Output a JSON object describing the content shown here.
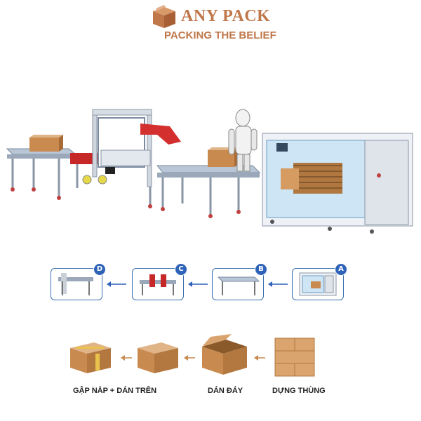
{
  "brand": {
    "name": "ANY PACK",
    "tagline": "PACKING THE BELIEF",
    "color": "#c0774a"
  },
  "machine_steps": [
    {
      "badge": "D",
      "icon": "machine-top-folding-sealer-icon"
    },
    {
      "badge": "C",
      "icon": "machine-bottom-sealer-icon"
    },
    {
      "badge": "B",
      "icon": "roller-conveyor-icon"
    },
    {
      "badge": "A",
      "icon": "carton-erector-icon"
    }
  ],
  "box_steps": {
    "label_fold_seal": "GẬP NẮP + DÁN TRÊN",
    "label_bottom": "DÁN ĐÁY",
    "label_erect": "DỰNG THÙNG"
  },
  "colors": {
    "accent_blue": "#2f63b8",
    "box_brown": "#c98a4f",
    "tape": "#e8c24a"
  }
}
